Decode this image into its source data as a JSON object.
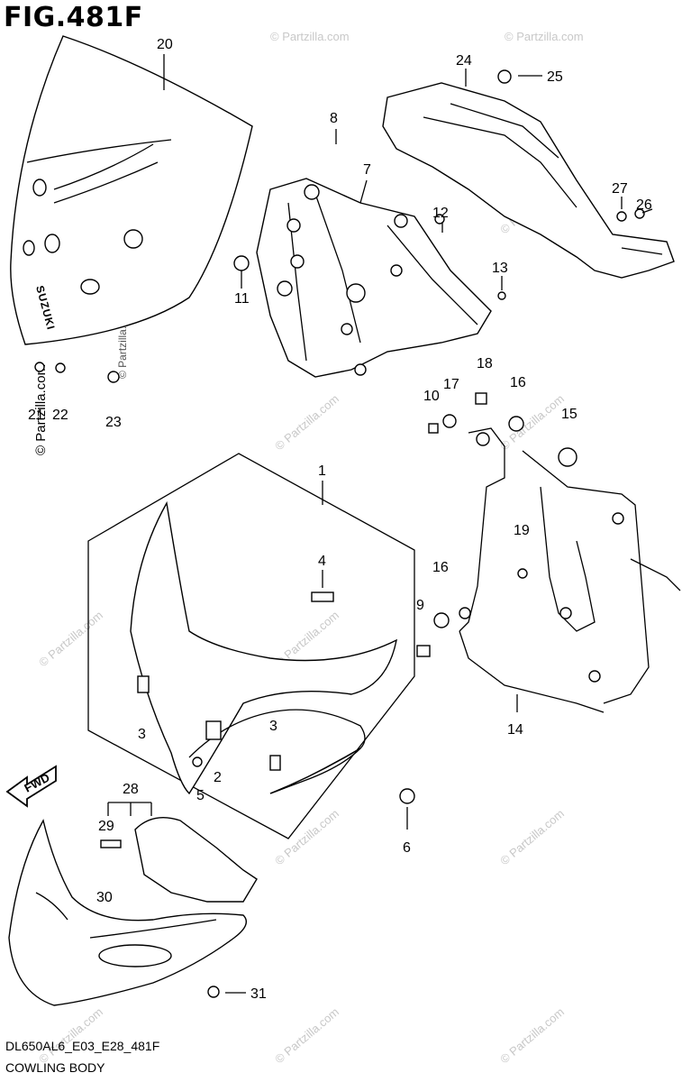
{
  "figure_title": "FIG.481F",
  "model_code": "DL650AL6_E03_E28_481F",
  "caption": "COWLING BODY",
  "direction_label": "FWD",
  "brand_mark": "SUZUKI",
  "watermark": "© Partzilla.com",
  "callouts": [
    "20",
    "8",
    "7",
    "24",
    "25",
    "27",
    "26",
    "12",
    "13",
    "11",
    "21",
    "22",
    "23",
    "10",
    "17",
    "18",
    "16",
    "15",
    "1",
    "4",
    "19",
    "16",
    "9",
    "14",
    "3",
    "2",
    "3",
    "5",
    "6",
    "28",
    "29",
    "30",
    "31"
  ]
}
